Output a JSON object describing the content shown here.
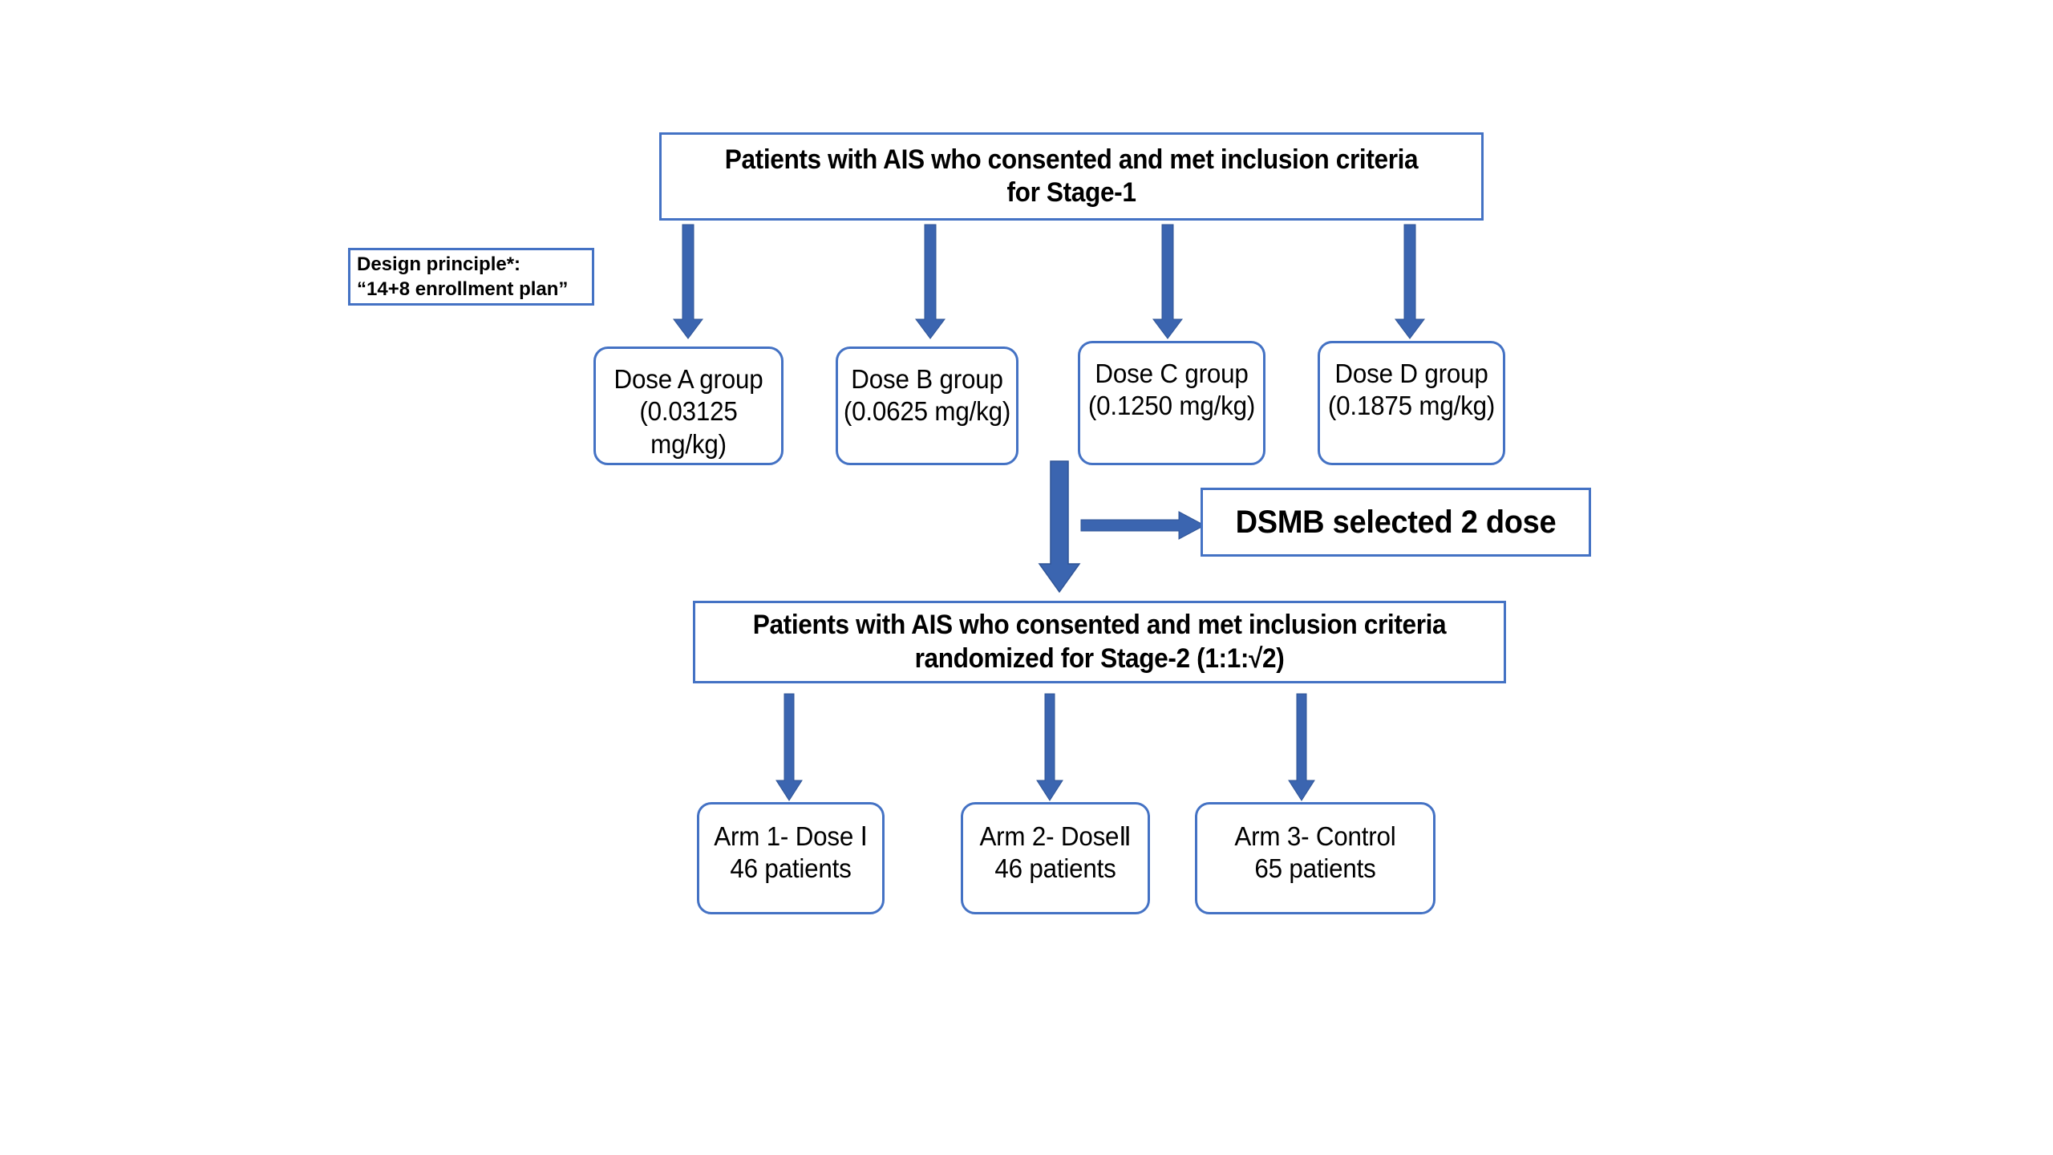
{
  "diagram": {
    "title": "Two-stage adaptive dose-finding trial flow",
    "colors": {
      "border": "#4472C4",
      "arrow": "#3B65B0",
      "text": "#000000",
      "background": "#FFFFFF"
    },
    "stage1_box": {
      "text": "Patients with AIS who consented and met inclusion criteria\nfor Stage-1"
    },
    "design_note": {
      "text": "Design principle*:\n“14+8 enrollment plan”"
    },
    "dose_groups": [
      {
        "name": "Dose A group",
        "dose": "(0.03125 mg/kg)",
        "text": "Dose A group\n(0.03125 mg/kg)"
      },
      {
        "name": "Dose B group",
        "dose": "(0.0625 mg/kg)",
        "text": "Dose B group\n(0.0625 mg/kg)"
      },
      {
        "name": "Dose C group",
        "dose": "(0.1250 mg/kg)",
        "text": "Dose C group\n(0.1250 mg/kg)"
      },
      {
        "name": "Dose D group",
        "dose": "(0.1875 mg/kg)",
        "text": "Dose D group\n(0.1875 mg/kg)"
      }
    ],
    "dsmb_box": {
      "text": "DSMB selected 2 dose"
    },
    "stage2_box": {
      "text": "Patients with AIS who consented and met inclusion criteria\nrandomized for Stage-2 (1:1:√2)"
    },
    "arms": [
      {
        "label": "Arm 1- Dose Ⅰ",
        "patients": "46 patients",
        "text": "Arm 1- Dose Ⅰ\n46 patients"
      },
      {
        "label": "Arm 2- DoseⅡ",
        "patients": "46 patients",
        "text": "Arm 2- DoseⅡ\n46 patients"
      },
      {
        "label": "Arm 3- Control",
        "patients": "65 patients",
        "text": "Arm 3- Control\n65 patients"
      }
    ]
  }
}
